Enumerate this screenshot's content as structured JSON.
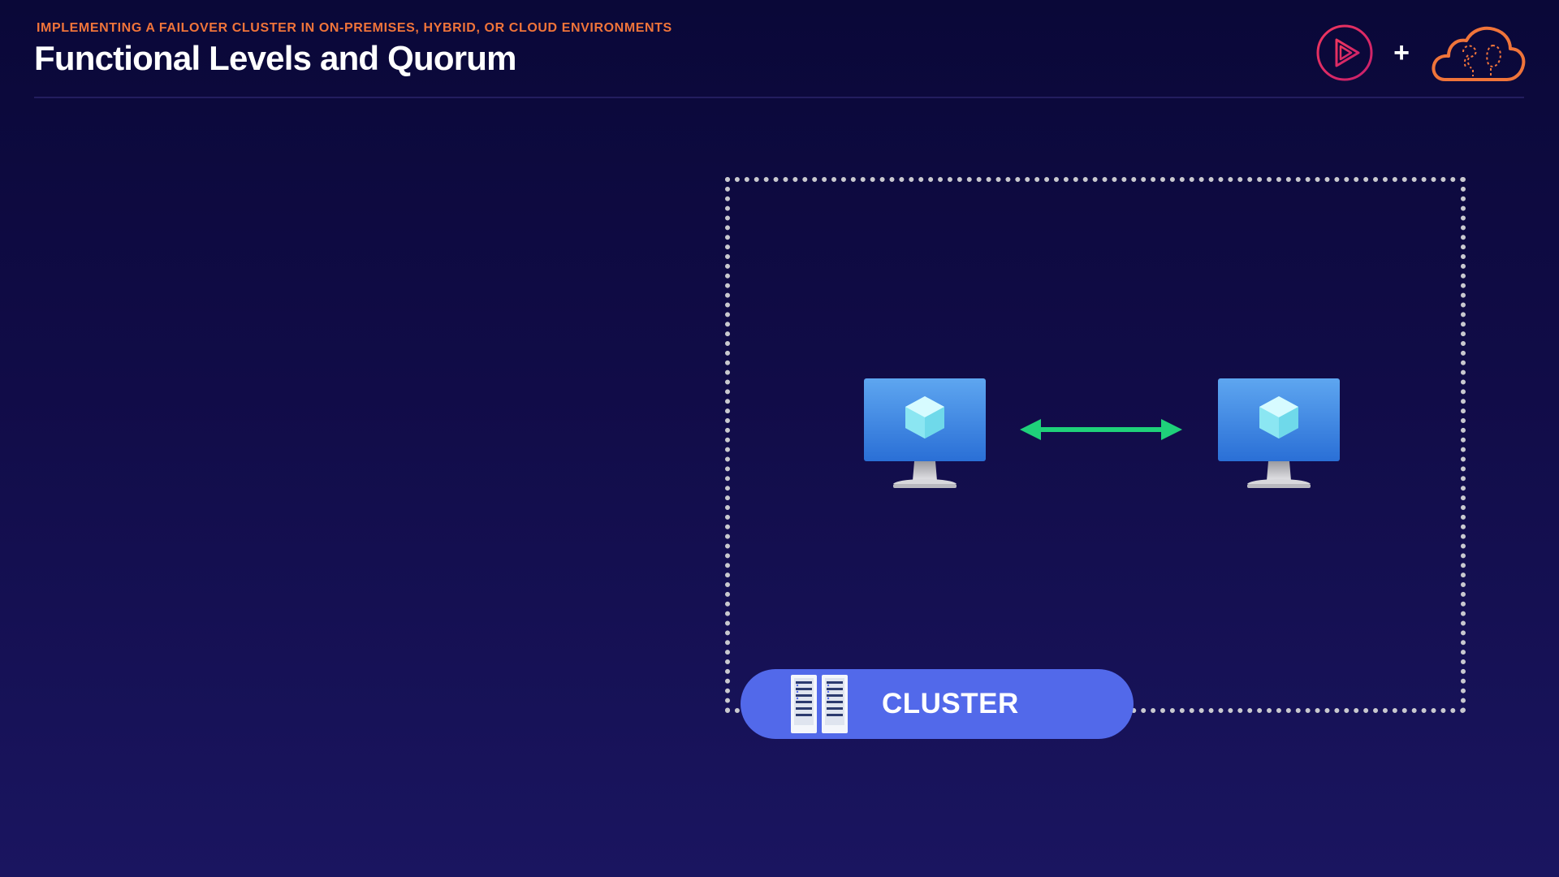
{
  "header": {
    "eyebrow": "IMPLEMENTING A FAILOVER CLUSTER IN ON-PREMISES, HYBRID, OR CLOUD ENVIRONMENTS",
    "title": "Functional Levels and Quorum"
  },
  "brand": {
    "logos": [
      "pluralsight-play-icon",
      "cloud-brain-icon"
    ],
    "separator": "+"
  },
  "diagram": {
    "nodes": [
      {
        "icon": "virtual-machine-monitor-icon"
      },
      {
        "icon": "virtual-machine-monitor-icon"
      }
    ],
    "connector": "bidirectional-arrow",
    "cluster_label": "CLUSTER",
    "cluster_icon": "server-rack-icon"
  },
  "colors": {
    "eyebrow": "#f0743a",
    "title": "#ffffff",
    "cluster_pill": "#5269ea",
    "arrow": "#1fd17a",
    "frame_border": "#c9c9cf",
    "play_logo": "#e8356a",
    "cloud_logo": "#f0743a"
  }
}
